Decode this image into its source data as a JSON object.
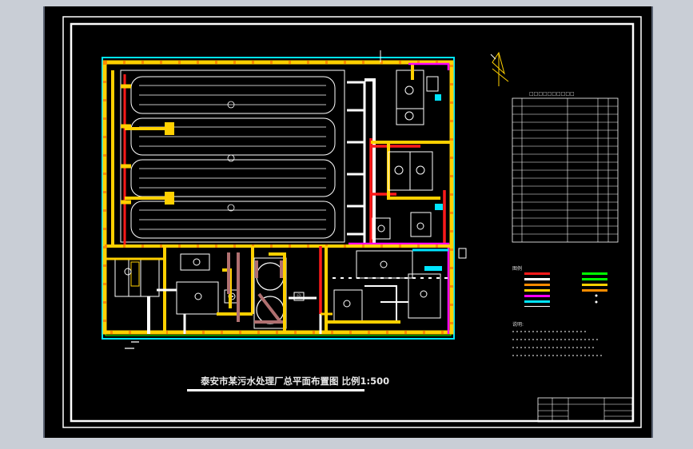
{
  "drawing": {
    "title": "泰安市某污水处理厂总平面布置图 比例1:500"
  },
  "legend": {
    "heading": "图例"
  },
  "notes": {
    "heading": "说明:"
  },
  "colors": {
    "background": "#000000",
    "frame": "#ffffff",
    "road": "#ffd000",
    "fence": "#ff8c00",
    "pipe_red": "#ff1a1a",
    "pipe_white": "#ffffff",
    "pipe_magenta": "#ff00ff",
    "pipe_cyan": "#00e5ff",
    "pipe_green": "#00ff00",
    "pipe_brown": "#b07070"
  }
}
